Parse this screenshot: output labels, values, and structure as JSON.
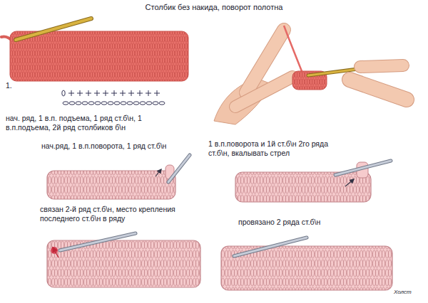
{
  "diagram": {
    "title": "Столбик без накида, поворот полотна",
    "labels": [
      "1.",
      "нач. ряд, 1 в.п. подъема, 1 ряд ст.б\\н, 1 в.п.подъема, 2й ряд столбиков б\\н",
      "нач.ряд, 1 в.п.поворота, 1 ряд ст.б\\н",
      "1 в.п.поворота и 1й ст.б\\н 2го ряда ст.б\\н, вкалывать стрел",
      "связан 2-й ряд ст.б\\н, место крепления последнего ст.б\\н в ряду",
      "провязано 2 ряда ст.б\\н",
      "Холст"
    ]
  }
}
